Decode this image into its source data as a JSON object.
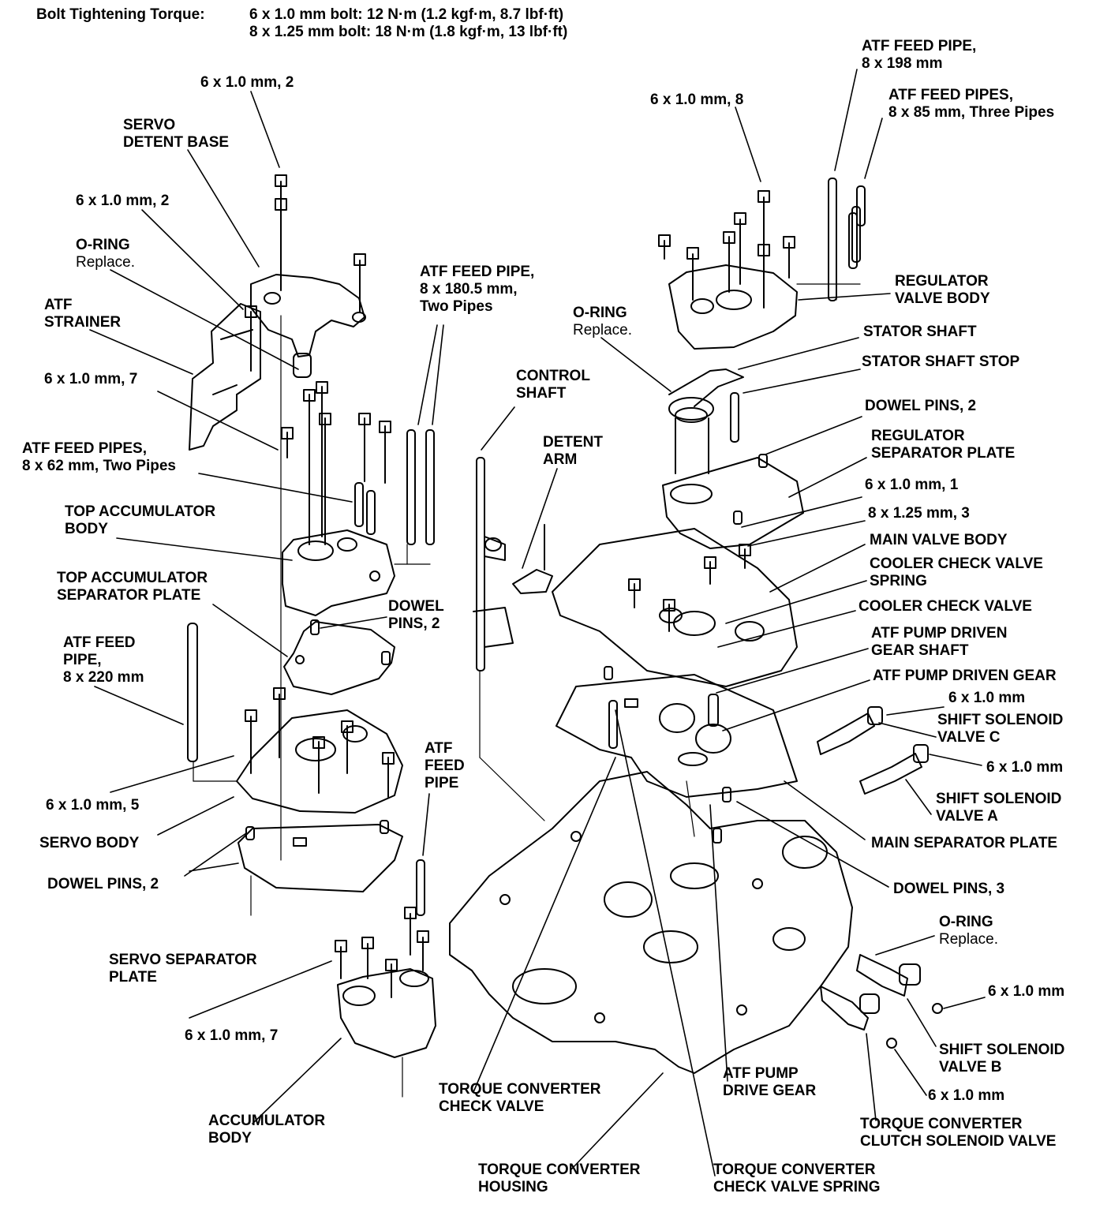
{
  "header": {
    "title": "Bolt Tightening Torque:",
    "specs": [
      "6 x 1.0 mm bolt: 12 N·m (1.2 kgf·m, 8.7 lbf·ft)",
      "8 x 1.25 mm bolt: 18 N·m (1.8 kgf·m, 13 lbf·ft)"
    ]
  },
  "labels": {
    "bolt_6x10_2_a": [
      "6 x 1.0 mm, 2"
    ],
    "servo_detent_base": [
      "SERVO",
      "DETENT BASE"
    ],
    "bolt_6x10_2_b": [
      "6 x 1.0 mm, 2"
    ],
    "o_ring_left": [
      "O-RING"
    ],
    "o_ring_left_note": "Replace.",
    "atf_strainer": [
      "ATF",
      "STRAINER"
    ],
    "bolt_6x10_7_a": [
      "6 x 1.0 mm, 7"
    ],
    "atf_feed_pipes_62": [
      "ATF FEED PIPES,",
      "8 x 62 mm, Two Pipes"
    ],
    "top_accumulator_body": [
      "TOP ACCUMULATOR",
      "BODY"
    ],
    "top_accumulator_separator_plate": [
      "TOP ACCUMULATOR",
      "SEPARATOR PLATE"
    ],
    "dowel_pins_2_top": [
      "DOWEL",
      "PINS, 2"
    ],
    "atf_feed_pipe_220": [
      "ATF FEED",
      "PIPE,",
      "8 x 220 mm"
    ],
    "bolt_6x10_5": [
      "6 x 1.0 mm, 5"
    ],
    "servo_body": [
      "SERVO BODY"
    ],
    "dowel_pins_2_servo": [
      "DOWEL PINS, 2"
    ],
    "servo_separator_plate": [
      "SERVO SEPARATOR",
      "PLATE"
    ],
    "atf_feed_pipe_180": [
      "ATF FEED PIPE,",
      "8 x 180.5 mm,",
      "Two Pipes"
    ],
    "control_shaft": [
      "CONTROL",
      "SHAFT"
    ],
    "detent_arm": [
      "DETENT",
      "ARM"
    ],
    "atf_feed_pipe_mid": [
      "ATF",
      "FEED",
      "PIPE"
    ],
    "bolt_6x10_7_b": [
      "6 x 1.0 mm, 7"
    ],
    "accumulator_body": [
      "ACCUMULATOR",
      "BODY"
    ],
    "tc_check_valve": [
      "TORQUE CONVERTER",
      "CHECK VALVE"
    ],
    "tc_housing": [
      "TORQUE CONVERTER",
      "HOUSING"
    ],
    "tc_check_valve_spring": [
      "TORQUE CONVERTER",
      "CHECK VALVE SPRING"
    ],
    "atf_pump_drive_gear": [
      "ATF PUMP",
      "DRIVE GEAR"
    ],
    "atf_feed_pipe_198": [
      "ATF FEED PIPE,",
      "8 x 198 mm"
    ],
    "atf_feed_pipes_85": [
      "ATF FEED PIPES,",
      "8 x 85 mm, Three Pipes"
    ],
    "bolt_6x10_8": [
      "6 x 1.0 mm, 8"
    ],
    "regulator_valve_body": [
      "REGULATOR",
      "VALVE BODY"
    ],
    "o_ring_mid": [
      "O-RING"
    ],
    "o_ring_mid_note": "Replace.",
    "stator_shaft": [
      "STATOR SHAFT"
    ],
    "stator_shaft_stop": [
      "STATOR SHAFT STOP"
    ],
    "dowel_pins_2_right": [
      "DOWEL PINS, 2"
    ],
    "regulator_separator_plate": [
      "REGULATOR",
      "SEPARATOR PLATE"
    ],
    "bolt_6x10_1": [
      "6 x 1.0 mm, 1"
    ],
    "bolt_8x125_3": [
      "8 x 1.25 mm, 3"
    ],
    "main_valve_body": [
      "MAIN VALVE BODY"
    ],
    "cooler_check_valve_spring": [
      "COOLER CHECK VALVE",
      "SPRING"
    ],
    "cooler_check_valve": [
      "COOLER CHECK VALVE"
    ],
    "atf_pump_driven_gear_shaft": [
      "ATF PUMP DRIVEN",
      "GEAR SHAFT"
    ],
    "atf_pump_driven_gear": [
      "ATF PUMP DRIVEN GEAR"
    ],
    "bolt_6x10_c": [
      "6 x 1.0 mm"
    ],
    "shift_solenoid_c": [
      "SHIFT SOLENOID",
      "VALVE C"
    ],
    "bolt_6x10_a": [
      "6 x 1.0 mm"
    ],
    "shift_solenoid_a": [
      "SHIFT SOLENOID",
      "VALVE A"
    ],
    "main_separator_plate": [
      "MAIN SEPARATOR PLATE"
    ],
    "dowel_pins_3": [
      "DOWEL PINS, 3"
    ],
    "o_ring_right": [
      "O-RING"
    ],
    "o_ring_right_note": "Replace.",
    "bolt_6x10_b": [
      "6 x 1.0 mm"
    ],
    "shift_solenoid_b": [
      "SHIFT SOLENOID",
      "VALVE B"
    ],
    "bolt_6x10_tc": [
      "6 x 1.0 mm"
    ],
    "tc_clutch_solenoid": [
      "TORQUE CONVERTER",
      "CLUTCH SOLENOID VALVE"
    ]
  }
}
